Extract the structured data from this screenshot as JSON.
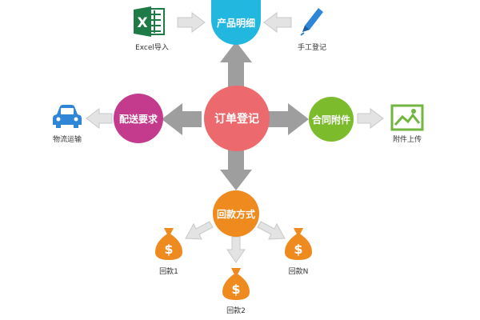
{
  "colors": {
    "center": "#ec6a6e",
    "product": "#22b7df",
    "delivery": "#c43b8d",
    "contract": "#7cbb2c",
    "payment": "#ee8a1e",
    "money": "#ee8a1e",
    "excel": "#1f7b45",
    "pen": "#2f86d6",
    "car": "#2f86d6",
    "image": "#72b640",
    "arrow": "#9e9e9e",
    "small_arrow": "#e3e3e3"
  },
  "nodes": {
    "center": "订单登记",
    "product": "产品明细",
    "delivery": "配送要求",
    "contract": "合同附件",
    "payment": "回款方式"
  },
  "icons": {
    "excel": {
      "icon": "excel-icon",
      "label": "Excel导入",
      "glyph": "X"
    },
    "manual": {
      "icon": "pen-icon",
      "label": "手工登记"
    },
    "logistics": {
      "icon": "car-icon",
      "label": "物流运输"
    },
    "attachment": {
      "icon": "image-icon",
      "label": "附件上传"
    },
    "pay1": {
      "icon": "money-bag-icon",
      "label": "回款1"
    },
    "pay2": {
      "icon": "money-bag-icon",
      "label": "回款2"
    },
    "payN": {
      "icon": "money-bag-icon",
      "label": "回款N"
    }
  },
  "money_symbol": "$"
}
